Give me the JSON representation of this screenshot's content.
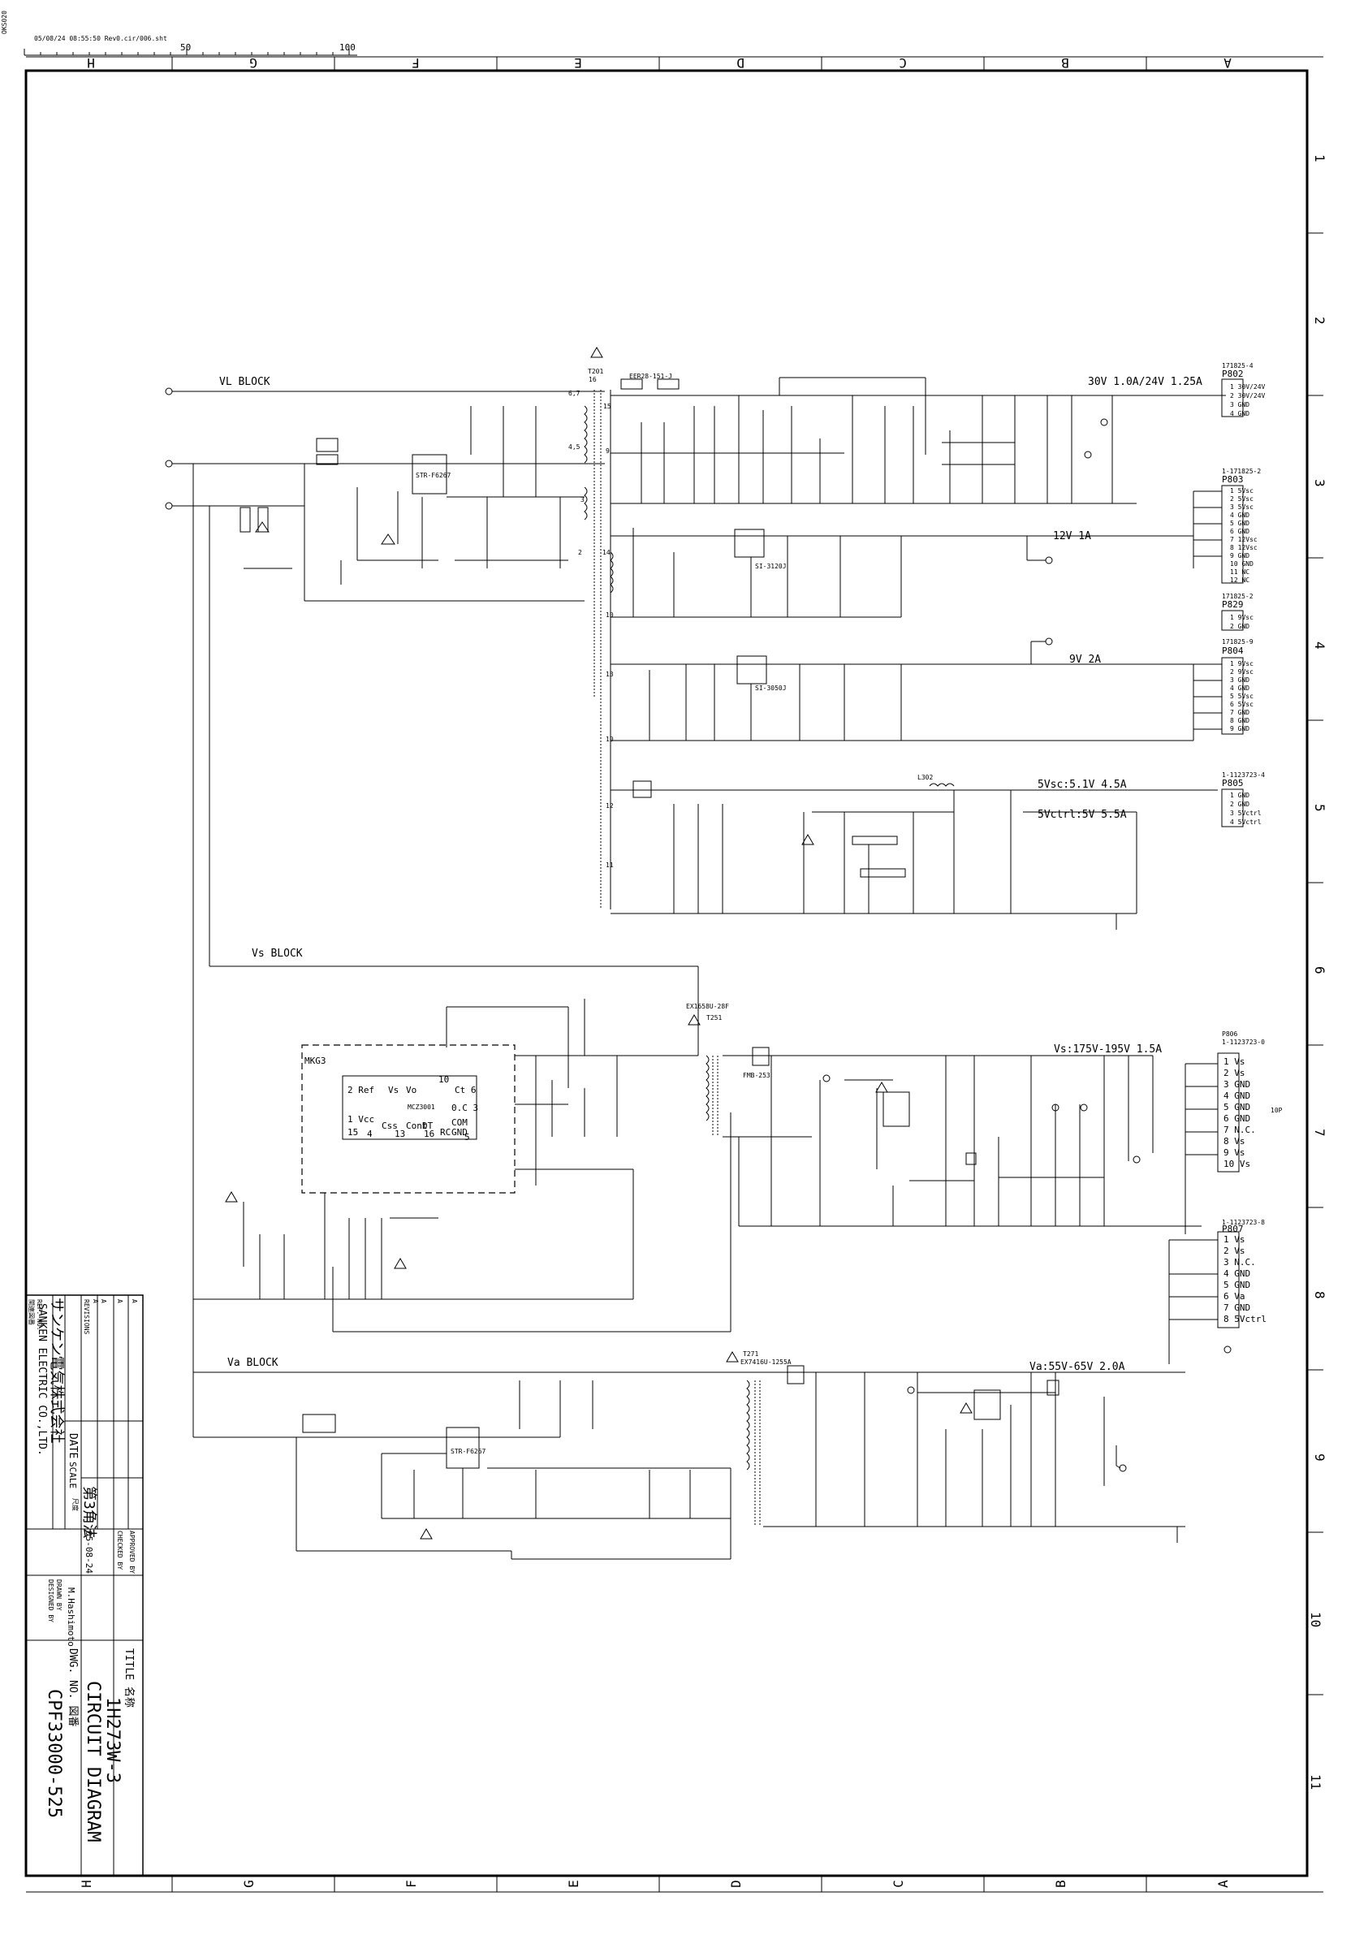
{
  "header": {
    "sheet_id": "OKS020",
    "plot_info": "05/08/24  08:55:50  Rev0.cir/006.sht",
    "scale_marks": [
      "50",
      "100"
    ]
  },
  "border": {
    "columns": [
      "H",
      "G",
      "F",
      "E",
      "D",
      "C",
      "B",
      "A"
    ],
    "rows": [
      "1",
      "2",
      "3",
      "4",
      "5",
      "6",
      "7",
      "8",
      "9",
      "10",
      "11"
    ]
  },
  "blocks": {
    "vl": "VL BLOCK",
    "vs": "Vs BLOCK",
    "va": "Va BLOCK"
  },
  "rails": {
    "out_30v": "30V 1.0A/24V 1.25A",
    "out_12v": "12V 1A",
    "out_9v": "9V 2A",
    "out_5vsc": "5Vsc:5.1V 4.5A",
    "out_5vctrl": "5Vctrl:5V 5.5A",
    "out_vs": "Vs:175V-195V 1.5A",
    "out_va": "Va:55V-65V 2.0A"
  },
  "connectors": {
    "p802": {
      "ref": "P802",
      "part": "171825-4",
      "pins": [
        "1 30V/24V",
        "2 30V/24V",
        "3 GND",
        "4 GND"
      ]
    },
    "p803": {
      "ref": "P803",
      "part": "1-171825-2",
      "pins": [
        "1 5Vsc",
        "2 5Vsc",
        "3 5Vsc",
        "4 GND",
        "5 GND",
        "6 GND",
        "7 12Vsc",
        "8 12Vsc",
        "9 GND",
        "10 GND",
        "11 NC",
        "12 NC"
      ]
    },
    "p829": {
      "ref": "P829",
      "part": "171825-2",
      "pins": [
        "1 9Vsc",
        "2 GND"
      ]
    },
    "p804": {
      "ref": "P804",
      "part": "171825-9",
      "pins": [
        "1 9Vsc",
        "2 9Vsc",
        "3 GND",
        "4 GND",
        "5 5Vsc",
        "6 5Vsc",
        "7 GND",
        "8 GND",
        "9 GND"
      ]
    },
    "p805": {
      "ref": "P805",
      "part": "1-1123723-4",
      "pins": [
        "1 GND",
        "2 GND",
        "3 5Vctrl",
        "4 5Vctrl"
      ]
    },
    "p806": {
      "ref": "P806",
      "part": "1-1123723-0",
      "pins": [
        "1 Vs",
        "2 Vs",
        "3 GND",
        "4 GND",
        "5 GND",
        "6 GND",
        "7 N.C.",
        "8 Vs",
        "9 Vs",
        "10 Vs"
      ]
    },
    "p807": {
      "ref": "P807",
      "part": "1-1123723-8",
      "pins": [
        "1 Vs",
        "2 Vs",
        "3 N.C.",
        "4 GND",
        "5 GND",
        "6 Va",
        "7 GND",
        "8 5Vctrl"
      ]
    },
    "p806_note": "10P"
  },
  "components": {
    "t201": "T201",
    "t201_part": "EER28-151-J",
    "t251": "T251",
    "t251_part": "EX1658U-28F",
    "t271": "T271",
    "t271_part": "EX7416U-1255A",
    "ic201": "STR-F6267",
    "ic251": "MCZ3001",
    "ic271": "STR-F6267",
    "ic_mkc": "MKG3",
    "q_12v": "SI-3120J",
    "q_9v": "SI-3050J",
    "l302": "L302",
    "f_label": "FMB-253"
  },
  "pin_labels": {
    "t201_top": "16",
    "t201_a": "15",
    "t201_b": "9",
    "t201_c": "6,7",
    "t201_d": "4,5",
    "t201_e": "3",
    "t201_f": "2",
    "t201_g": "14",
    "t201_h": "10",
    "t201_i": "13",
    "t201_j": "10",
    "t201_k": "12",
    "t201_l": "11",
    "mkc_pins": [
      "2 Ref",
      "Vs",
      "Vo",
      "10",
      "Ct 6",
      "1 Vcc",
      "15",
      "Css",
      "Cont",
      "DT",
      "0.C 3",
      "COM",
      "RC",
      "GND",
      "4",
      "13",
      "16",
      "5"
    ]
  },
  "title_block": {
    "title_label": "TITLE 名称",
    "title_model": "1H273W-3",
    "title_name": "CIRCUIT DIAGRAM",
    "dwg_label": "DWG. NO. 図番",
    "dwg_no": "CPF33000-525",
    "company_en": "SANKEN ELECTRIC CO.,LTD.",
    "company_jp": "サンケン電気株式会社",
    "projection": "第3角法",
    "date_label": "DATE",
    "date": "05-08-24",
    "scale_label": "SCALE",
    "scale": "尺度",
    "designed_label": "DESIGNED BY",
    "designed": "M.Hashimoto",
    "drawn_label": "DRAWN BY",
    "checked_label": "CHECKED BY",
    "approved_label": "APPROVED BY",
    "revision_label": "REVISIONS",
    "rev_rows": [
      "A",
      "A",
      "A",
      "A"
    ],
    "ref_no_label": "REF. NO.",
    "rev_note": "関連図番"
  }
}
